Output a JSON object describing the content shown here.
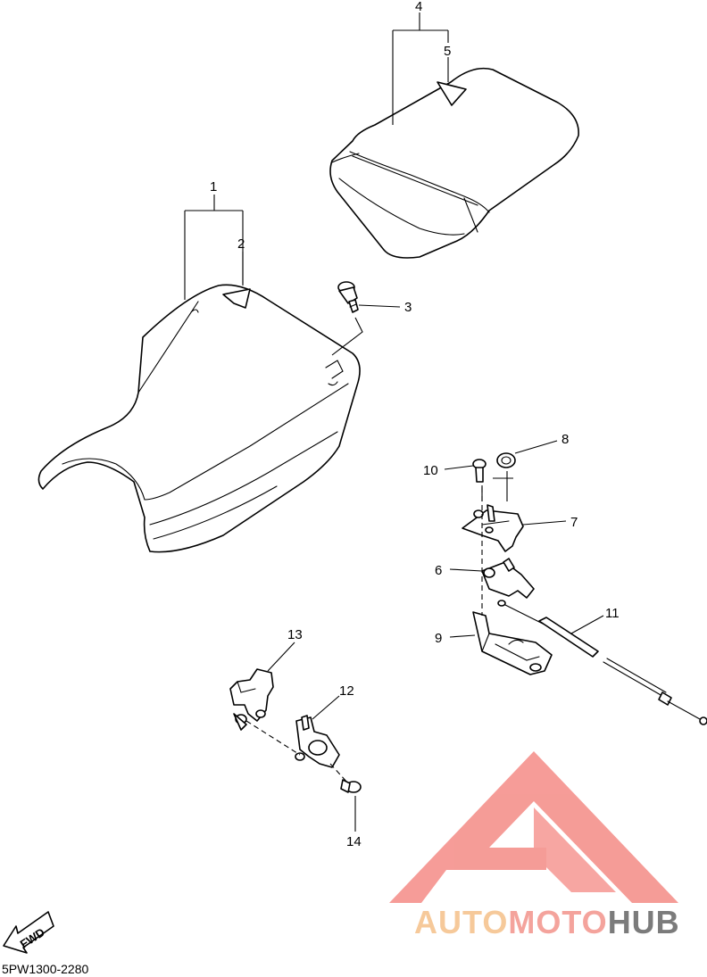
{
  "diagram_code": "5PW1300-2280",
  "forward_indicator": "FWD",
  "watermark": {
    "word_1": "AUTO",
    "word_2": "MOTO",
    "word_3": "HUB",
    "color_1": "#f6c99a",
    "color_2": "#f4a39c",
    "color_3": "#7b7b7b",
    "logo_color": "#f48b86"
  },
  "callouts": [
    "1",
    "2",
    "3",
    "4",
    "5",
    "6",
    "7",
    "8",
    "9",
    "10",
    "11",
    "12",
    "13",
    "14"
  ]
}
